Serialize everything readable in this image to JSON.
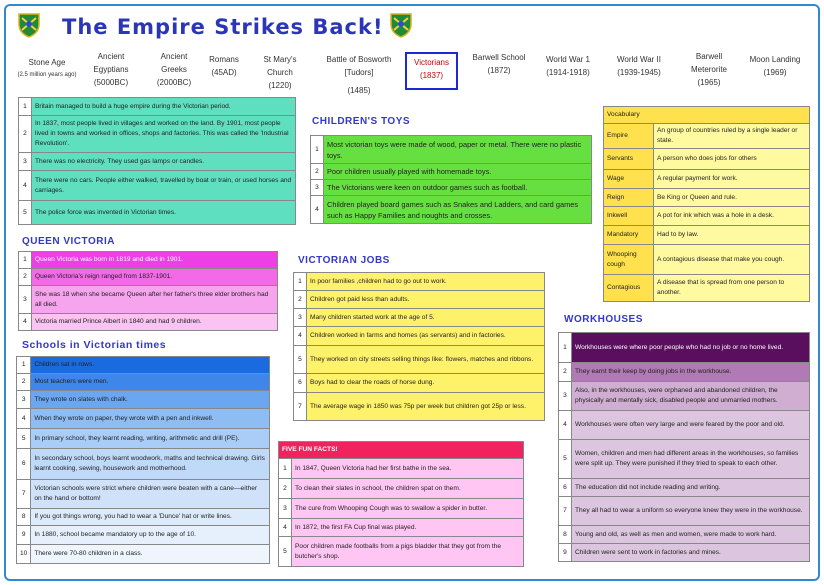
{
  "header": {
    "title": "The Empire Strikes Back!",
    "crest_icon": "school-crest-icon"
  },
  "timeline": [
    {
      "l1": "Stone Age",
      "l2": "(2.5 million years ago)"
    },
    {
      "l1": "Ancient",
      "l2": "Egyptians",
      "l3": "(5000BC)"
    },
    {
      "l1": "Ancient",
      "l2": "Greeks",
      "l3": "(2000BC)"
    },
    {
      "l1": "Romans",
      "l2": "(45AD)"
    },
    {
      "l1": "St Mary's",
      "l2": "Church",
      "l3": "(1220)"
    },
    {
      "l1": "Battle of Bosworth",
      "l2": "[Tudors]",
      "l3": "(1485)"
    },
    {
      "l1": "Victorians",
      "l2": "(1837)"
    },
    {
      "l1": "Barwell School",
      "l2": "(1872)"
    },
    {
      "l1": "World War 1",
      "l2": "(1914-1918)"
    },
    {
      "l1": "World War II",
      "l2": "(1939-1945)"
    },
    {
      "l1": "Barwell",
      "l2": "Meterorite",
      "l3": "(1965)"
    },
    {
      "l1": "Moon Landing",
      "l2": "(1969)"
    }
  ],
  "intro": {
    "rows": [
      {
        "n": "1",
        "t": "Britain managed to build a huge empire during the Victorian period."
      },
      {
        "n": "2",
        "t": "In 1837, most people lived in villages and worked on the land. By 1901, most people lived in towns and worked in offices, shops and factories. This was called the 'Industrial Revolution'."
      },
      {
        "n": "3",
        "t": "There was no electricity. They used gas lamps or candles."
      },
      {
        "n": "4",
        "t": "There were no cars. People either walked, travelled by boat or train, or used horses and carriages."
      },
      {
        "n": "5",
        "t": "The police force was invented in Victorian times."
      }
    ]
  },
  "toys": {
    "heading": "Children's Toys",
    "rows": [
      {
        "n": "1",
        "t": "Most victorian toys were made of wood, paper or metal. There were no plastic toys."
      },
      {
        "n": "2",
        "t": "Poor children usually played with homemade toys."
      },
      {
        "n": "3",
        "t": "The Victorians were keen on outdoor games such as football."
      },
      {
        "n": "4",
        "t": "Children played board games such as Snakes and Ladders, and card games such as Happy Families and noughts and crosses."
      }
    ]
  },
  "vocab": {
    "heading": "Vocabulary",
    "rows": [
      {
        "k": "Empire",
        "v": "An group of countries ruled by a single leader or state."
      },
      {
        "k": "Servants",
        "v": "A person who does jobs for others"
      },
      {
        "k": "Wage",
        "v": "A regular payment for work."
      },
      {
        "k": "Reign",
        "v": "Be King or Queen and rule."
      },
      {
        "k": "Inkwell",
        "v": "A pot for ink which was a hole in a desk."
      },
      {
        "k": "Mandatory",
        "v": "Had to by law."
      },
      {
        "k": "Whooping cough",
        "v": "A contagious disease that make you cough."
      },
      {
        "k": "Contagious",
        "v": "A disease that is spread from one person to another."
      }
    ]
  },
  "queen": {
    "heading": "Queen Victoria",
    "rows": [
      {
        "n": "1",
        "t": "Queen Victoria was born in 1819 and died in 1901.",
        "bg": "#ee3ee6",
        "fg": "#ffffff"
      },
      {
        "n": "2",
        "t": "Queen Victoria's reign ranged from 1837-1901.",
        "bg": "#f36ae9",
        "fg": "#222222"
      },
      {
        "n": "3",
        "t": "She was 18 when she became Queen after her father's three elder brothers had all died.",
        "bg": "#f7a4ef",
        "fg": "#222222"
      },
      {
        "n": "4",
        "t": "Victoria married Prince Albert in 1840 and had 9 children.",
        "bg": "#f9c4f3",
        "fg": "#222222"
      }
    ]
  },
  "jobs": {
    "heading": "Victorian Jobs",
    "rows": [
      {
        "n": "1",
        "t": "In poor families ,children had to go out to work."
      },
      {
        "n": "2",
        "t": "Children got paid less than adults."
      },
      {
        "n": "3",
        "t": "Many children started work at the age of 5."
      },
      {
        "n": "4",
        "t": "Children worked in farms and homes (as servants) and in factories."
      },
      {
        "n": "5",
        "t": "They worked on city streets selling things like: flowers, matches and ribbons."
      },
      {
        "n": "6",
        "t": "Boys had to clear the roads of horse dung."
      },
      {
        "n": "7",
        "t": "The average wage in 1850 was 75p per week but children got 25p or less."
      }
    ]
  },
  "schools": {
    "heading": "Schools in Victorian times",
    "rows": [
      {
        "n": "1",
        "t": "Children sat in rows.",
        "bg": "#1a6be0"
      },
      {
        "n": "2",
        "t": "Most teachers were men.",
        "bg": "#3e86ea"
      },
      {
        "n": "3",
        "t": "They wrote on slates with chalk.",
        "bg": "#6aa7f0"
      },
      {
        "n": "4",
        "t": "When they wrote on paper, they wrote with a pen and inkwell.",
        "bg": "#8ebdf4"
      },
      {
        "n": "5",
        "t": "In primary school, they learnt reading, writing, arithmetic and drill (PE).",
        "bg": "#a9cdf6"
      },
      {
        "n": "6",
        "t": "In secondary school, boys learnt woodwork, maths and technical drawing. Girls learnt cooking, sewing, housework and motherhood.",
        "bg": "#bfd9f8"
      },
      {
        "n": "7",
        "t": "Victorian schools were strict where children were beaten with a cane—either on the hand or bottom!",
        "bg": "#cfe2fa"
      },
      {
        "n": "8",
        "t": "If you got things wrong, you had to wear a 'Dunce' hat or write lines.",
        "bg": "#dcebfb"
      },
      {
        "n": "9",
        "t": "In 1880, school became mandatory up to the age of 10.",
        "bg": "#e6f0fc"
      },
      {
        "n": "10",
        "t": "There were 70-80 children in a class.",
        "bg": "#eef5fd"
      }
    ]
  },
  "fun": {
    "heading": "FIVE FUN FACTS!",
    "rows": [
      {
        "n": "1",
        "t": "In 1847, Queen Victoria had her first bathe in the sea."
      },
      {
        "n": "2",
        "t": "To clean their slates in school, the children spat on them."
      },
      {
        "n": "3",
        "t": "The cure from Whooping Cough was to swallow a spider in butter."
      },
      {
        "n": "4",
        "t": "In 1872, the first FA Cup final was played."
      },
      {
        "n": "5",
        "t": "Poor children made footballs from a pigs bladder that they got from the butcher's shop."
      }
    ]
  },
  "workhouses": {
    "heading": "Workhouses",
    "rows": [
      {
        "n": "1",
        "t": "Workhouses were where poor people who had no job or no home lived.",
        "bg": "#5a0f5e",
        "fg": "#ffffff"
      },
      {
        "n": "2",
        "t": "They earnt their keep by doing jobs in the workhouse.",
        "bg": "#b07ab4",
        "fg": "#222222"
      },
      {
        "n": "3",
        "t": "Also, in the workhouses, were orphaned and abandoned children, the physically and mentally sick, disabled people and unmarried mothers.",
        "bg": "#cfaed2",
        "fg": "#222222"
      },
      {
        "n": "4",
        "t": "Workhouses were often very large and were feared by the poor and old.",
        "bg": "#dcc6df",
        "fg": "#222222"
      },
      {
        "n": "5",
        "t": "Women, children and men had different areas in the workhouses, so families were split up. They were punished if they tried to speak to each other.",
        "bg": "#dcc6df",
        "fg": "#222222"
      },
      {
        "n": "6",
        "t": "The education did not include reading and writing.",
        "bg": "#dcc6df",
        "fg": "#222222"
      },
      {
        "n": "7",
        "t": "They all had to wear a uniform so everyone knew they were in the workhouse.",
        "bg": "#dcc6df",
        "fg": "#222222"
      },
      {
        "n": "8",
        "t": "Young and old, as well as men and women, were made to work hard.",
        "bg": "#dcc6df",
        "fg": "#222222"
      },
      {
        "n": "9",
        "t": "Children were sent to work in factories and mines.",
        "bg": "#dcc6df",
        "fg": "#222222"
      }
    ]
  }
}
